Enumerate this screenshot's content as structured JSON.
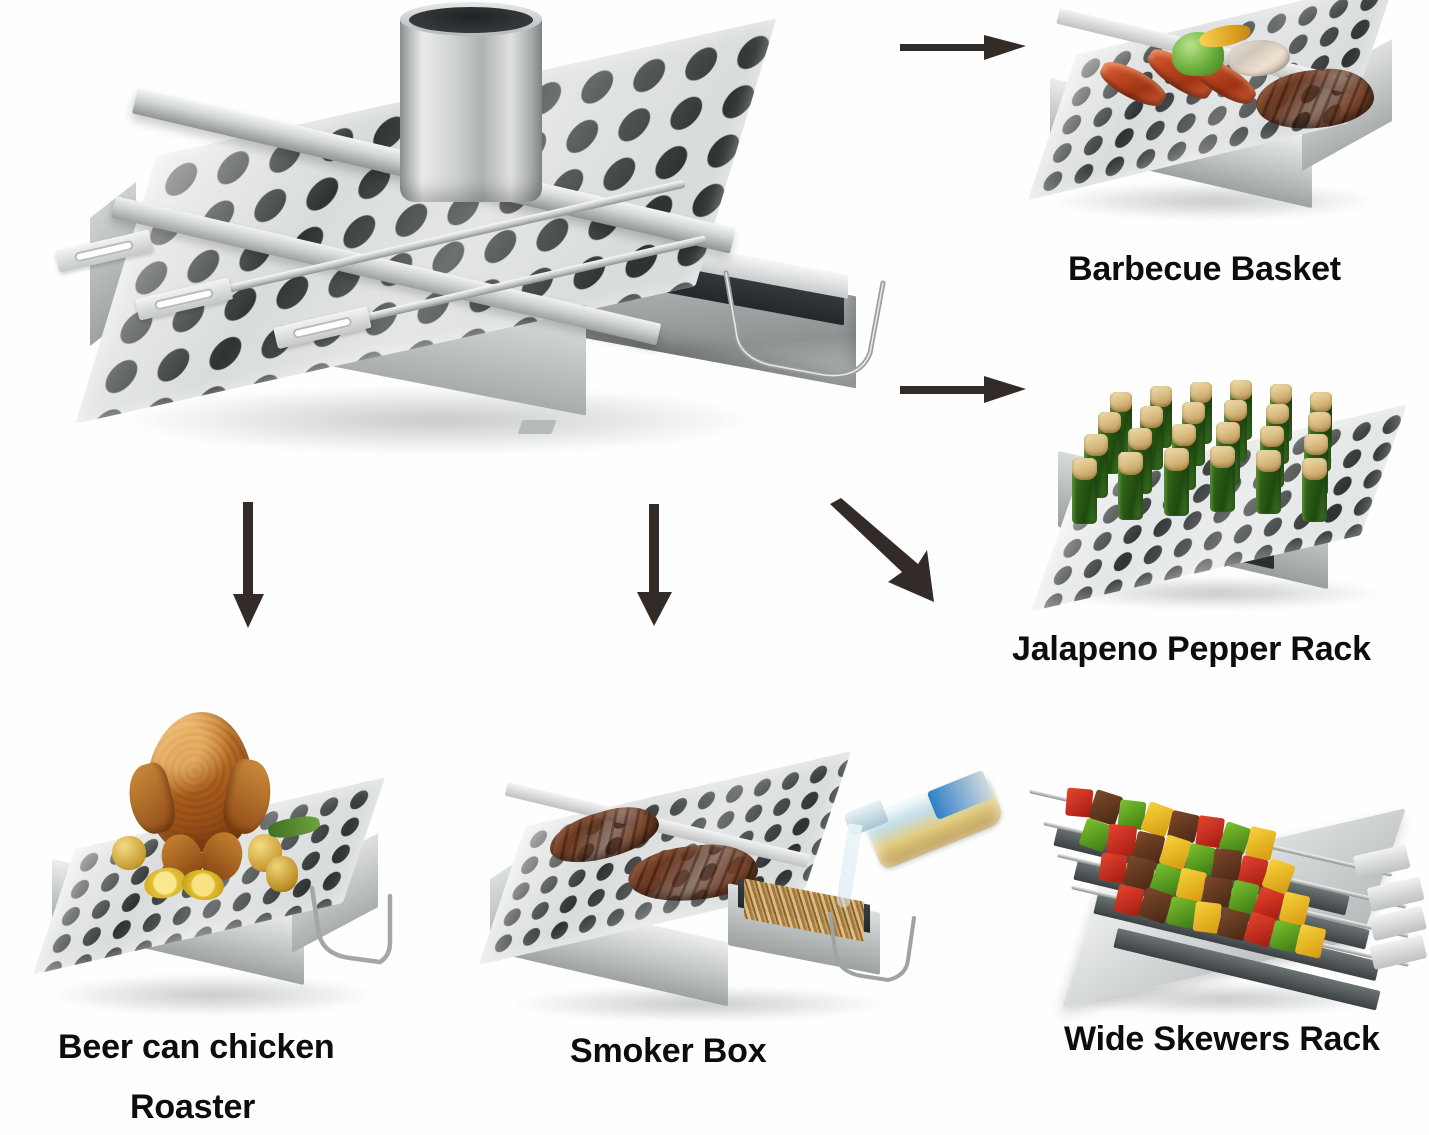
{
  "page": {
    "background_color": "#ffffff",
    "text_color": "#0d0d0d",
    "arrow_color": "#332b27",
    "steel_color": "#c9cccc"
  },
  "hero": {
    "name": "Multi-function stainless steel BBQ grill topper with smoker drawer, beer can holder and flat skewers",
    "parts": {
      "can_holder": "beer can cylinder",
      "drawer": "smoker drawer with wire handle",
      "skewers": "flat skewers with slotted handles",
      "plate": "perforated grilling plate"
    }
  },
  "arrows": [
    {
      "id": "arrow-to-barbecue-basket",
      "direction": "right"
    },
    {
      "id": "arrow-to-jalapeno-pepper-rack",
      "direction": "right"
    },
    {
      "id": "arrow-to-beer-can-chicken-roaster",
      "direction": "down"
    },
    {
      "id": "arrow-to-smoker-box",
      "direction": "down"
    },
    {
      "id": "arrow-to-wide-skewers-rack",
      "direction": "down-right"
    }
  ],
  "products": [
    {
      "id": "barbecue-basket",
      "label": "Barbecue Basket",
      "contents": [
        "sausages",
        "broccoli",
        "corn",
        "fish fillet",
        "steak"
      ]
    },
    {
      "id": "jalapeno-pepper-rack",
      "label": "Jalapeno Pepper Rack",
      "contents": [
        "stuffed jalapeno peppers"
      ]
    },
    {
      "id": "beer-can-chicken-roaster",
      "label_line1": "Beer can chicken",
      "label_line2": "Roaster",
      "contents": [
        "roast chicken",
        "lemon slices",
        "potatoes",
        "herbs"
      ]
    },
    {
      "id": "smoker-box",
      "label": "Smoker Box",
      "contents": [
        "two steaks",
        "wood chips",
        "beer bottle pouring"
      ]
    },
    {
      "id": "wide-skewers-rack",
      "label": "Wide Skewers Rack",
      "contents": [
        "beef and pepper kebabs on four flat skewers"
      ]
    }
  ]
}
